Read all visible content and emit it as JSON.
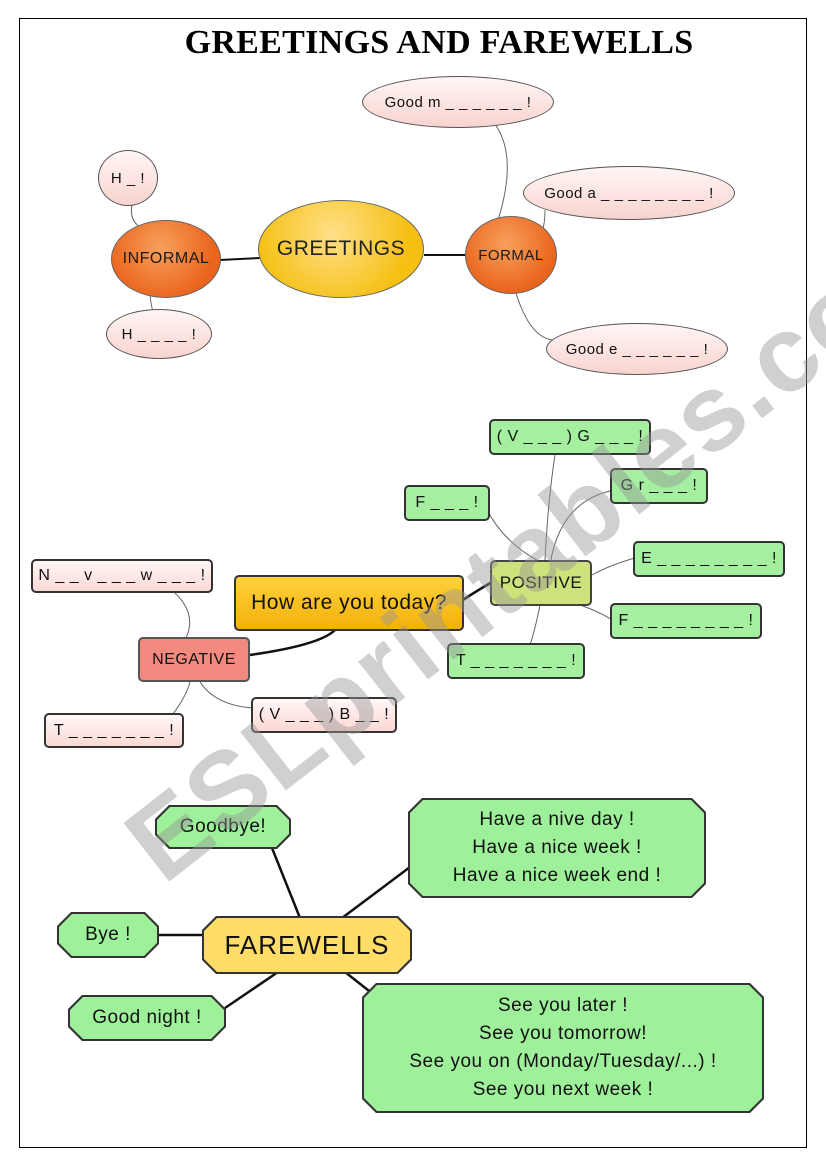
{
  "title": "GREETINGS AND FAREWELLS",
  "greetings": {
    "center": "GREETINGS",
    "informal": "INFORMAL",
    "formal": "FORMAL",
    "informal_items": [
      "H _ !",
      "H _ _ _ _ !"
    ],
    "formal_items": [
      "Good m _ _ _ _ _ _ !",
      "Good a _ _ _ _ _ _ _ _ !",
      "Good e _ _ _ _ _ _ !"
    ]
  },
  "how_are_you": {
    "center": "How are you today?",
    "positive": "POSITIVE",
    "negative": "NEGATIVE",
    "positive_items": [
      "( V _ _ _ ) G _ _ _ !",
      "G r _ _ _ !",
      "F _ _ _ !",
      "E _ _ _ _ _ _ _ _ !",
      "F _ _ _ _ _ _ _ _ !",
      "T _ _ _ _ _ _ _ !"
    ],
    "negative_items": [
      "N _ _ v _ _ _ w _ _ _ !",
      "( V _ _ _ ) B _ _ !",
      "T _ _ _ _ _ _ _ !"
    ]
  },
  "farewells": {
    "center": "FAREWELLS",
    "items": [
      "Goodbye!",
      "Bye !",
      "Good night !"
    ],
    "nice_group": [
      "Have a nive day !",
      "Have a nice week !",
      "Have a nice week end !"
    ],
    "see_group": [
      "See you later !",
      "See you tomorrow!",
      "See you on (Monday/Tuesday/...) !",
      "See you next week !"
    ]
  },
  "watermark": "ESLprintables.com",
  "colors": {
    "orange": "#ea641c",
    "gold": "#f5c012",
    "pink": "#f8d3cf",
    "green": "#a5f0a0",
    "yellow_green": "#cde27a",
    "red": "#f28a80"
  }
}
